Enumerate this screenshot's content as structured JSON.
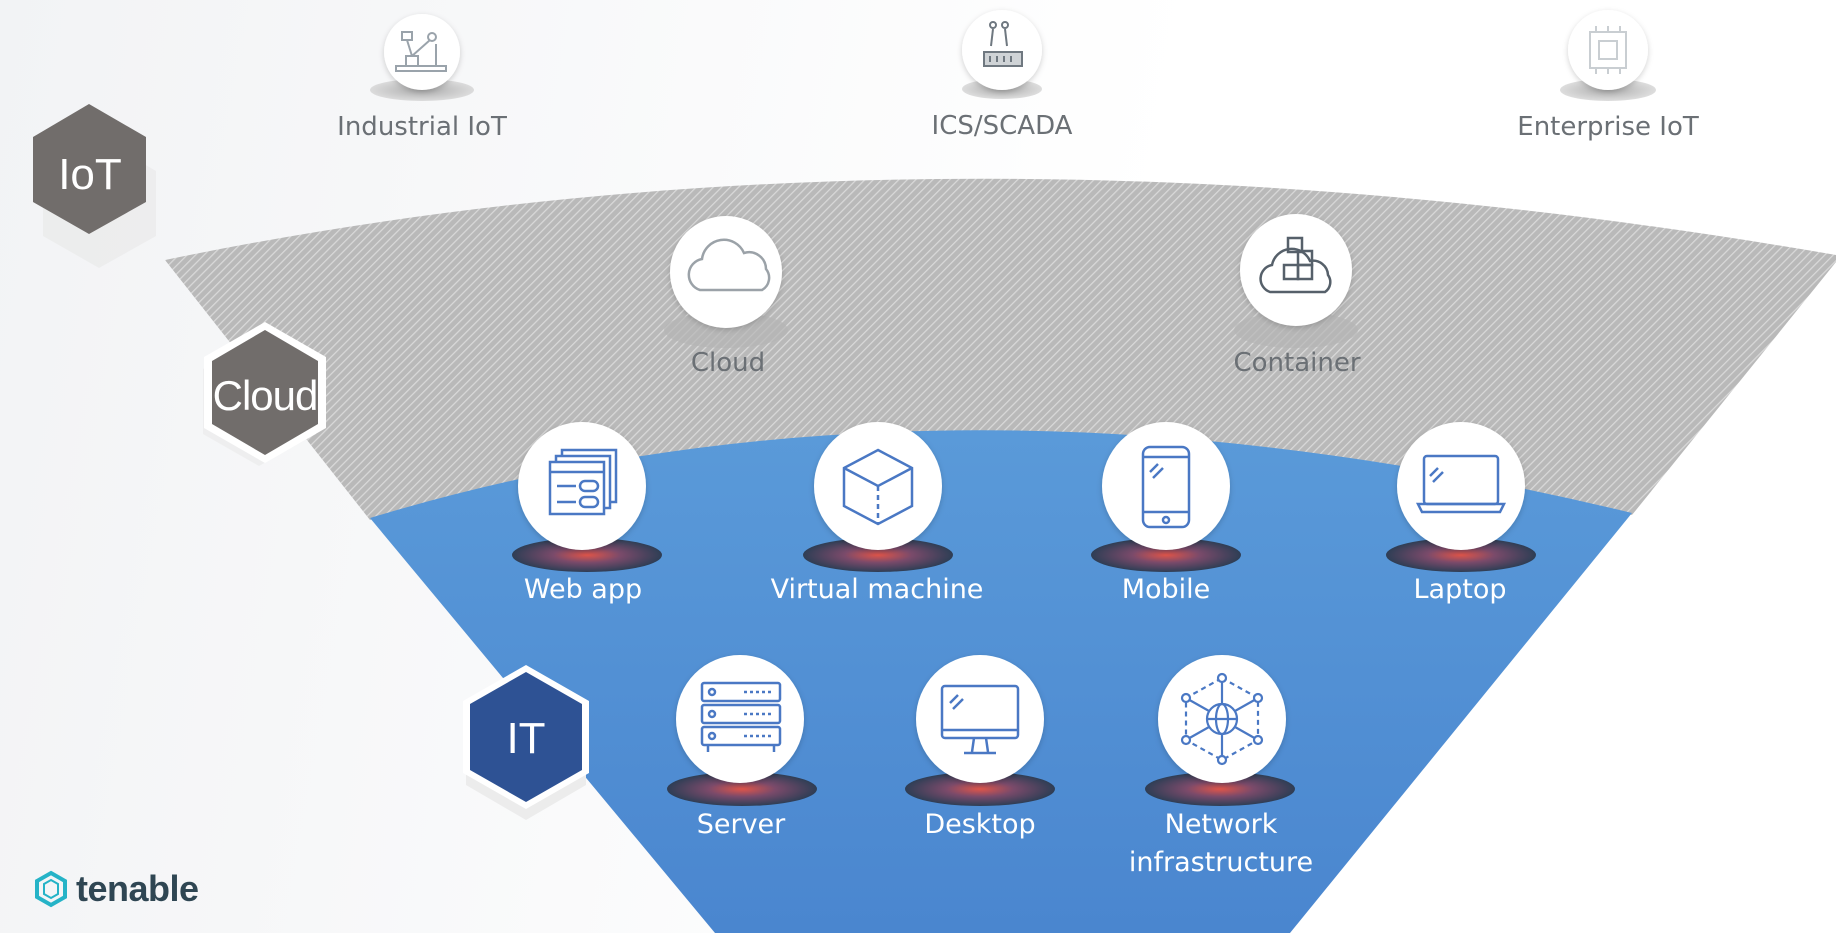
{
  "layers": {
    "iot": {
      "label": "IoT",
      "items": [
        {
          "label": "Industrial IoT",
          "icon": "industrial-robot-icon"
        },
        {
          "label": "ICS/SCADA",
          "icon": "control-panel-icon"
        },
        {
          "label": "Enterprise IoT",
          "icon": "chip-icon"
        }
      ]
    },
    "cloud": {
      "label": "Cloud",
      "items": [
        {
          "label": "Cloud",
          "icon": "cloud-icon"
        },
        {
          "label": "Container",
          "icon": "container-icon"
        }
      ]
    },
    "it": {
      "label": "IT",
      "items": [
        {
          "label": "Web app",
          "icon": "web-app-icon"
        },
        {
          "label": "Virtual machine",
          "icon": "cube-icon"
        },
        {
          "label": "Mobile",
          "icon": "mobile-icon"
        },
        {
          "label": "Laptop",
          "icon": "laptop-icon"
        },
        {
          "label": "Server",
          "icon": "server-icon"
        },
        {
          "label": "Desktop",
          "icon": "desktop-icon"
        },
        {
          "label": "Network infrastructure",
          "icon": "network-icon"
        }
      ]
    }
  },
  "brand": {
    "logo_text": "tenable"
  },
  "colors": {
    "it_blue": "#4f8dd3",
    "it_hex": "#2e5294",
    "grey_hex": "#716d6b",
    "icon_blue": "#4a78c4",
    "logo_teal": "#25b3c7",
    "logo_dark": "#2f4653"
  }
}
